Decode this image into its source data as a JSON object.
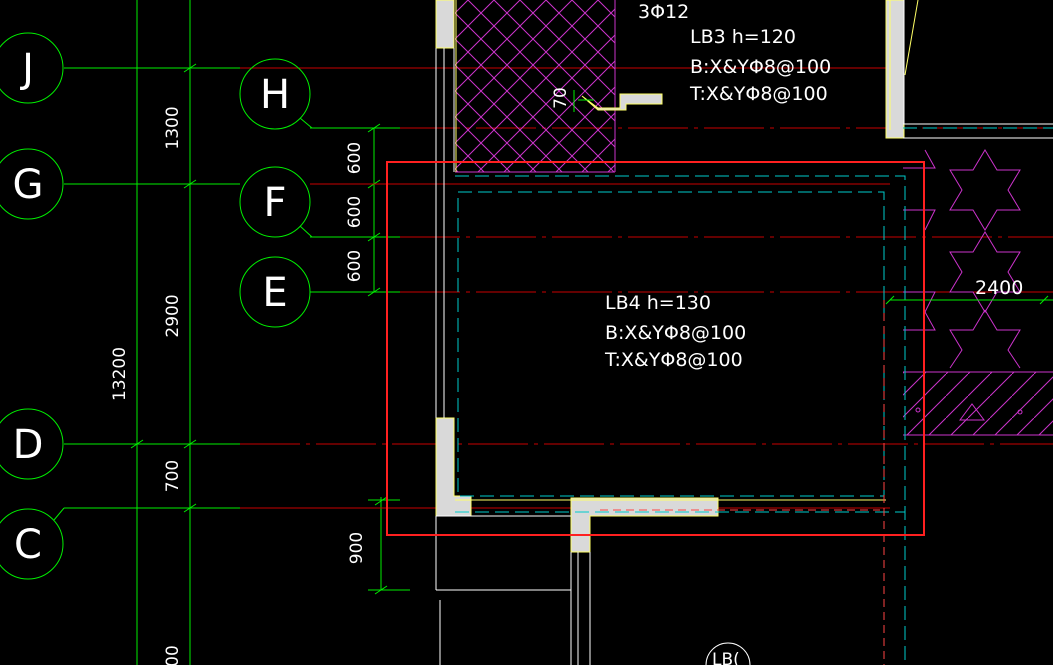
{
  "drawing": {
    "grid_axes": {
      "J": "J",
      "H": "H",
      "G": "G",
      "F": "F",
      "E": "E",
      "D": "D",
      "C": "C"
    },
    "dimensions": {
      "d1300": "1300",
      "d2900": "2900",
      "d13200": "13200",
      "d700": "700",
      "d900": "900",
      "d600_a": "600",
      "d600_b": "600",
      "d600_c": "600",
      "d70": "70",
      "d2400": "2400",
      "d_partial_bottom": "00"
    },
    "slab_lb3": {
      "rebar_top_label": "3Φ12",
      "title": "LB3  h=120",
      "bottom": "B:X&YΦ8@100",
      "top": "T:X&YΦ8@100"
    },
    "slab_lb4": {
      "title": "LB4  h=130",
      "bottom": "B:X&YΦ8@100",
      "top": "T:X&YΦ8@100"
    },
    "partial_label": "LB(",
    "colors": {
      "background": "#000000",
      "grid_line": "#00ff00",
      "axis_line_red": "#c80000",
      "wall_fill": "#d9d9d9",
      "wall_edge": "#ffff66",
      "hatch": "#cc33cc",
      "dashed_cyan": "#00cccc",
      "highlight_box": "#ff2020",
      "text": "#ffffff"
    }
  }
}
